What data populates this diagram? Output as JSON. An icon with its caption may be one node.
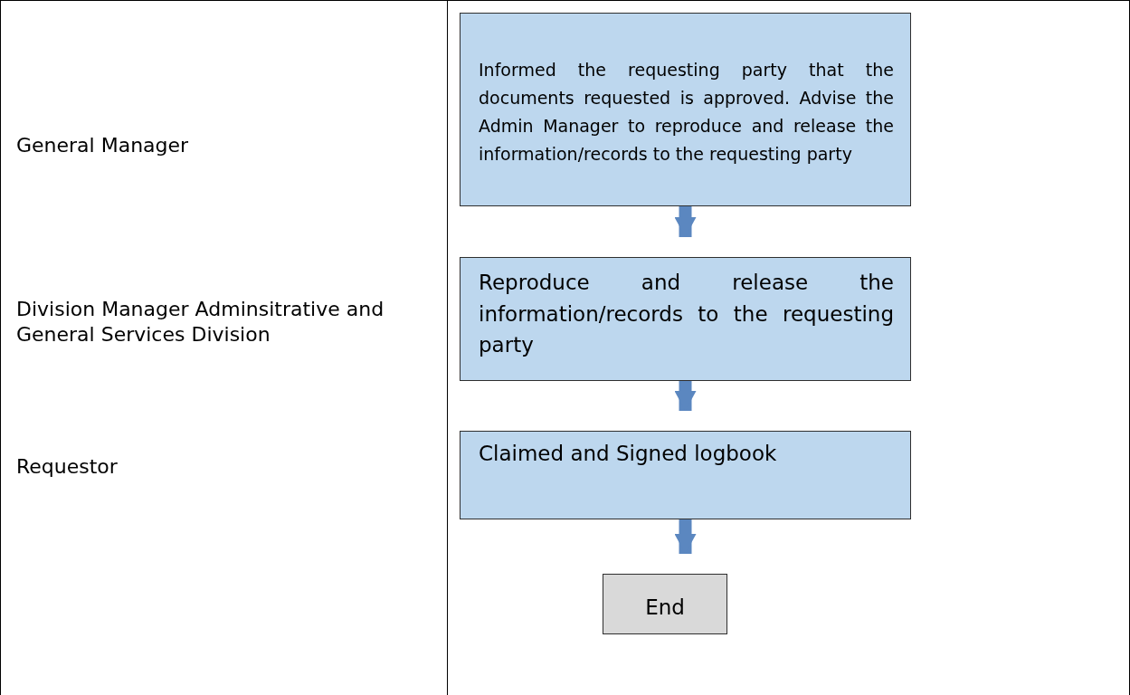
{
  "diagram": {
    "nodes": [
      {
        "text": [
          "Informed the requesting party that the documents requested is approved. Advise the Admin Manager to reproduce and release the information/records to the requesting party"
        ]
      },
      {
        "text": [
          "Reproduce and release the information/records to the requesting party"
        ]
      },
      {
        "text": [
          "Claimed and Signed logbook"
        ]
      },
      {
        "text": [
          "End"
        ]
      }
    ],
    "edges": [
      {
        "from": 0,
        "to": 1,
        "arrow": "to"
      },
      {
        "from": 1,
        "to": 2,
        "arrow": "to"
      },
      {
        "from": 2,
        "to": 3,
        "arrow": "to"
      }
    ],
    "labels": [
      "General Manager",
      "Division Manager Adminsitrative and General Services Division",
      "Requestor"
    ]
  }
}
